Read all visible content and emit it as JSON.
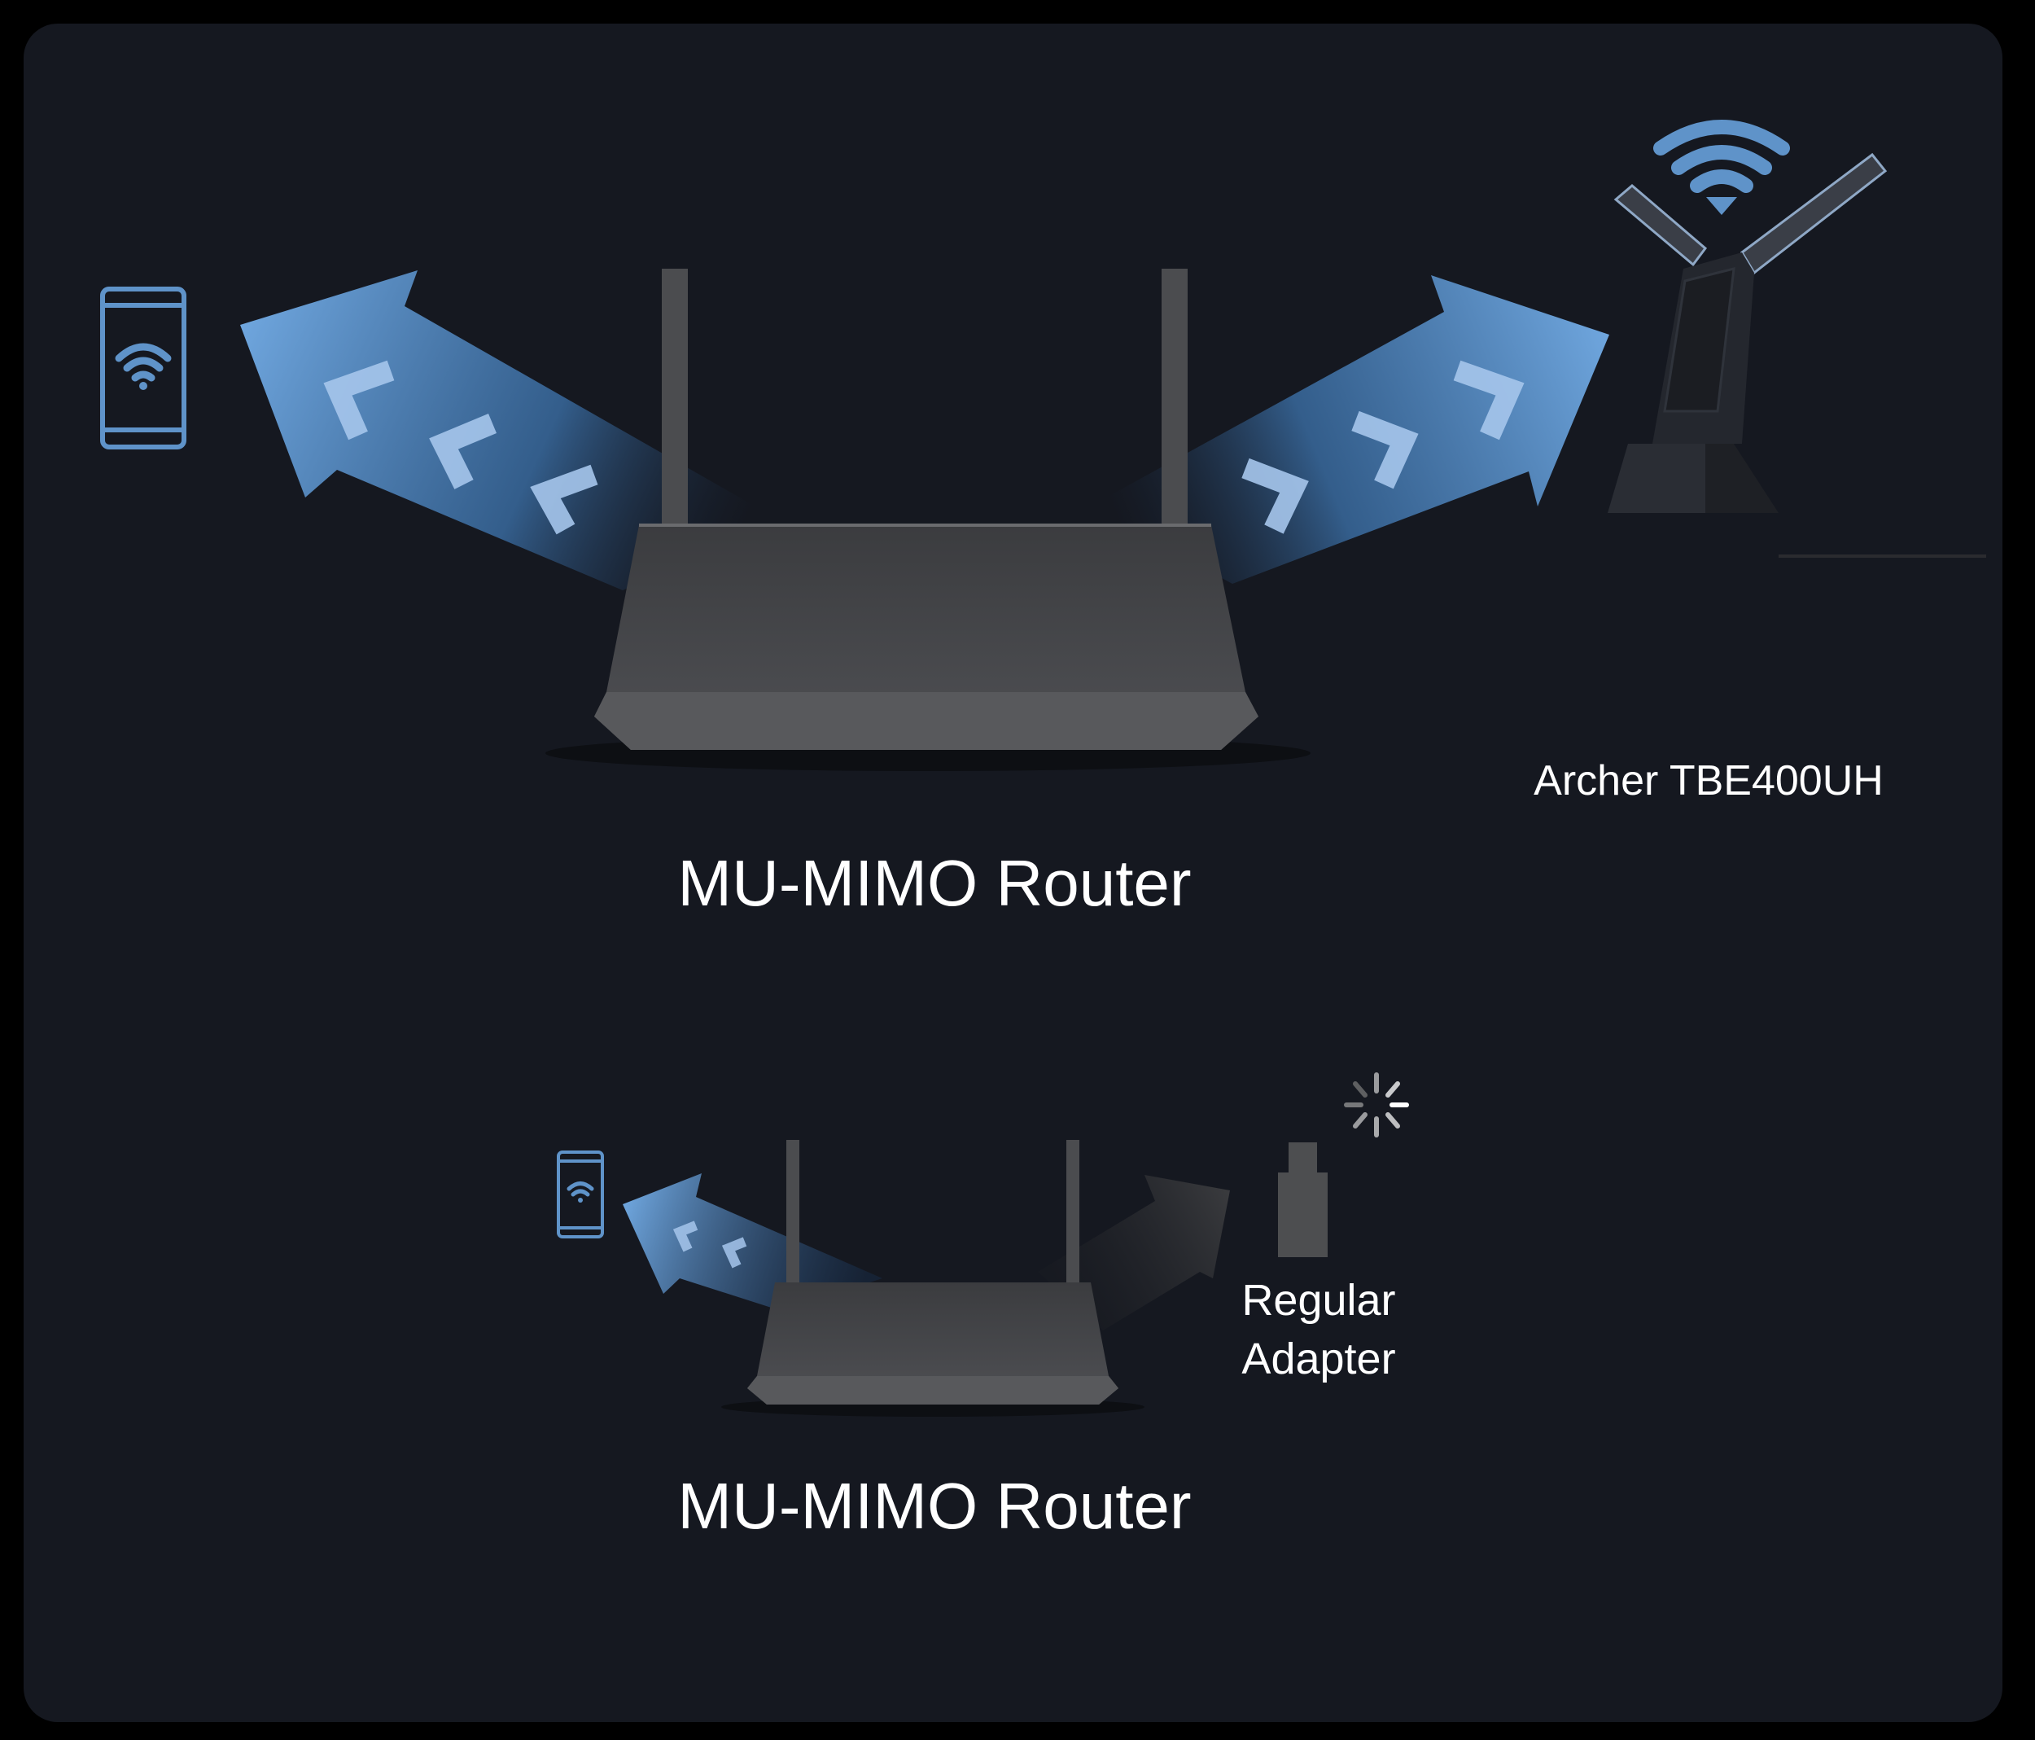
{
  "top_scene": {
    "router_label": "MU-MIMO Router",
    "adapter_label": "Archer TBE400UH",
    "left_device": "phone-icon",
    "right_device": "usb-adapter-with-stand"
  },
  "bottom_scene": {
    "router_label": "MU-MIMO Router",
    "adapter_label_line1": "Regular",
    "adapter_label_line2": "Adapter",
    "left_device": "phone-icon",
    "right_device": "usb-adapter",
    "status_icon": "loading-spinner-icon"
  },
  "colors": {
    "background": "#151820",
    "accent_blue": "#6a9fd6",
    "router_body": "#4a4b4e",
    "inactive_gray": "#4d4e50"
  }
}
